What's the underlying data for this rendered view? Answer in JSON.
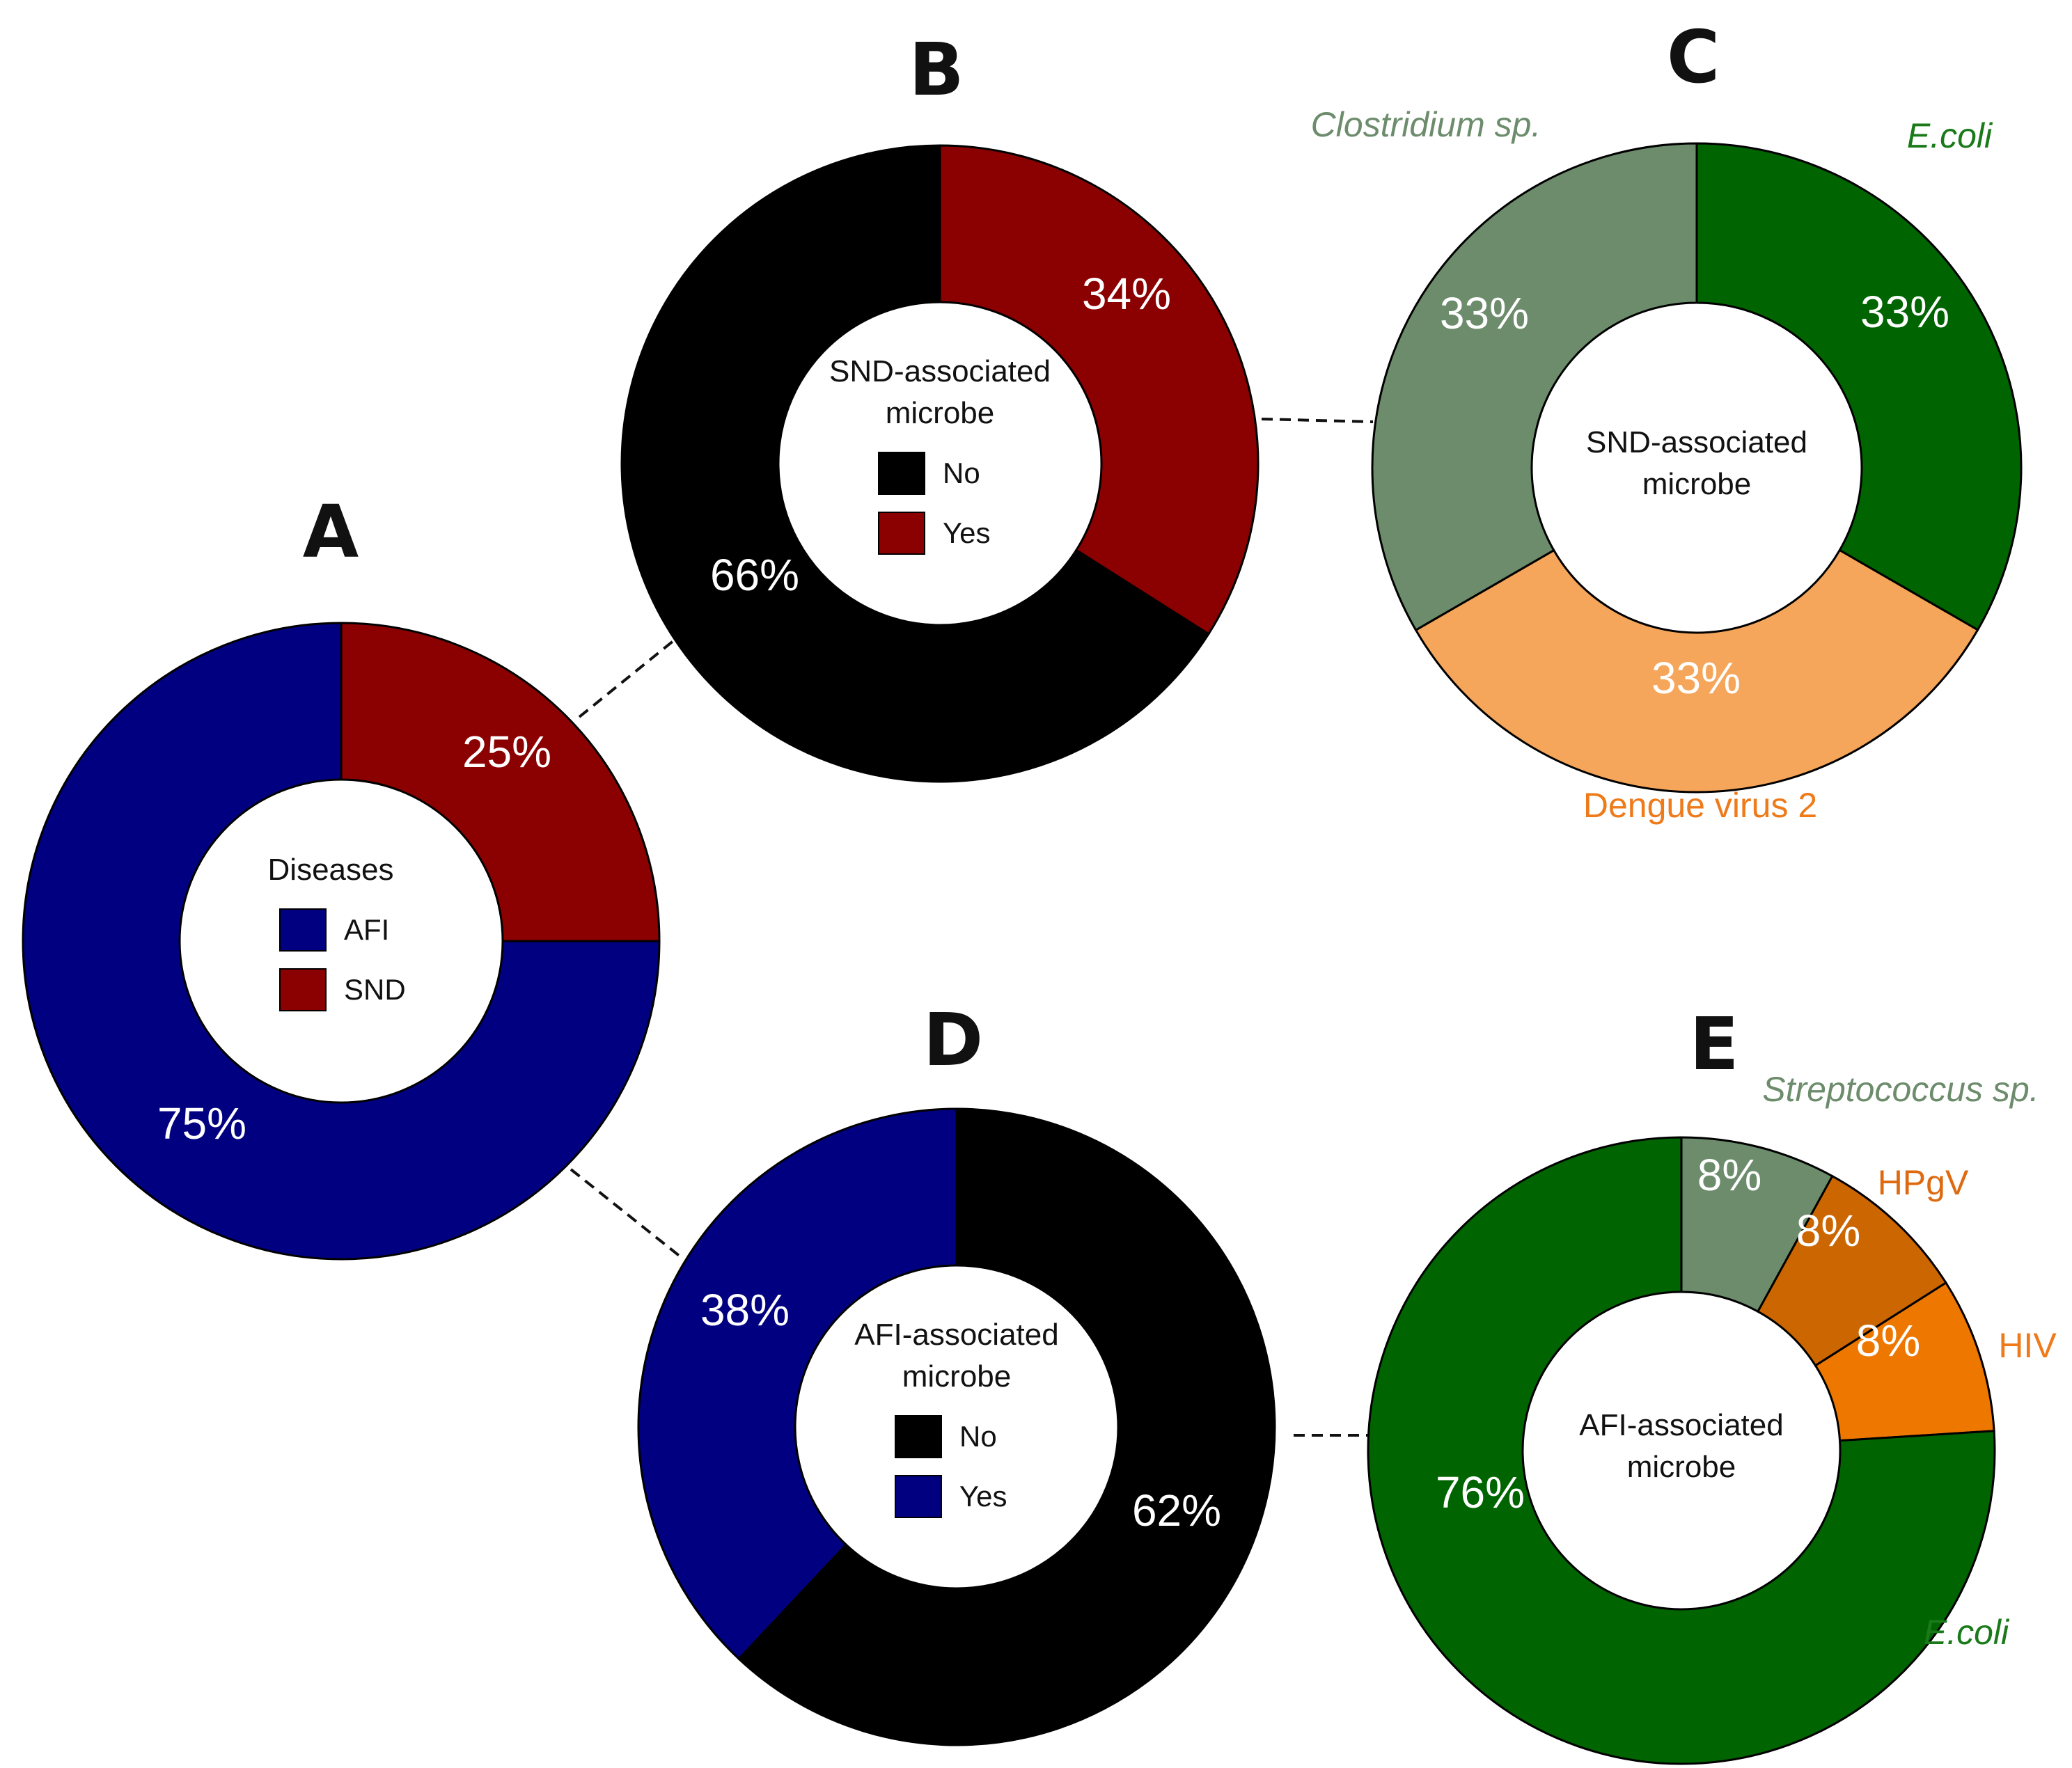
{
  "colors": {
    "navy": "#000080",
    "dark_red": "#8B0000",
    "black": "#000000",
    "dark_green": "#006400",
    "sage": "#6C8C6C",
    "light_orange": "#F5A65B",
    "dark_orange": "#CC6600",
    "orange": "#EE7700",
    "green_text": "#1A7A1A",
    "sage_text": "#6C8C6C",
    "orange_text": "#EE7A1A"
  },
  "chart_data": [
    {
      "panel": "A",
      "type": "pie",
      "center_title": [
        "Diseases"
      ],
      "legend": [
        {
          "label": "AFI",
          "color": "#000080"
        },
        {
          "label": "SND",
          "color": "#8B0000"
        }
      ],
      "slices": [
        {
          "label": "SND",
          "value": 25,
          "text": "25%",
          "color": "#8B0000"
        },
        {
          "label": "AFI",
          "value": 75,
          "text": "75%",
          "color": "#000080"
        }
      ]
    },
    {
      "panel": "B",
      "type": "pie",
      "center_title": [
        "SND-associated",
        "microbe"
      ],
      "legend": [
        {
          "label": "No",
          "color": "#000000"
        },
        {
          "label": "Yes",
          "color": "#8B0000"
        }
      ],
      "slices": [
        {
          "label": "Yes",
          "value": 34,
          "text": "34%",
          "color": "#8B0000"
        },
        {
          "label": "No",
          "value": 66,
          "text": "66%",
          "color": "#000000"
        }
      ]
    },
    {
      "panel": "C",
      "type": "pie",
      "center_title": [
        "SND-associated",
        "microbe"
      ],
      "legend": [],
      "slices": [
        {
          "label": "E.coli",
          "value": 33.33,
          "text": "33%",
          "color": "#006400",
          "label_color": "#1A7A1A",
          "italic": true
        },
        {
          "label": "Dengue virus 2",
          "value": 33.33,
          "text": "33%",
          "color": "#F5A65B",
          "label_color": "#EE7A1A",
          "italic": false
        },
        {
          "label": "Clostridium sp.",
          "value": 33.34,
          "text": "33%",
          "color": "#6C8C6C",
          "label_color": "#6C8C6C",
          "italic": true
        }
      ]
    },
    {
      "panel": "D",
      "type": "pie",
      "center_title": [
        "AFI-associated",
        "microbe"
      ],
      "legend": [
        {
          "label": "No",
          "color": "#000000"
        },
        {
          "label": "Yes",
          "color": "#000080"
        }
      ],
      "slices": [
        {
          "label": "No",
          "value": 62,
          "text": "62%",
          "color": "#000000"
        },
        {
          "label": "Yes",
          "value": 38,
          "text": "38%",
          "color": "#000080"
        }
      ]
    },
    {
      "panel": "E",
      "type": "pie",
      "center_title": [
        "AFI-associated",
        "microbe"
      ],
      "legend": [],
      "slices": [
        {
          "label": "Streptococcus sp.",
          "value": 8,
          "text": "8%",
          "color": "#6C8C6C",
          "label_color": "#6C8C6C",
          "italic": true
        },
        {
          "label": "HPgV",
          "value": 8,
          "text": "8%",
          "color": "#CC6600",
          "label_color": "#DD6A10",
          "italic": false
        },
        {
          "label": "HIV",
          "value": 8,
          "text": "8%",
          "color": "#EE7700",
          "label_color": "#EE7A1A",
          "italic": false
        },
        {
          "label": "E.coli",
          "value": 76,
          "text": "76%",
          "color": "#006400",
          "label_color": "#1A7A1A",
          "italic": true
        }
      ]
    }
  ]
}
